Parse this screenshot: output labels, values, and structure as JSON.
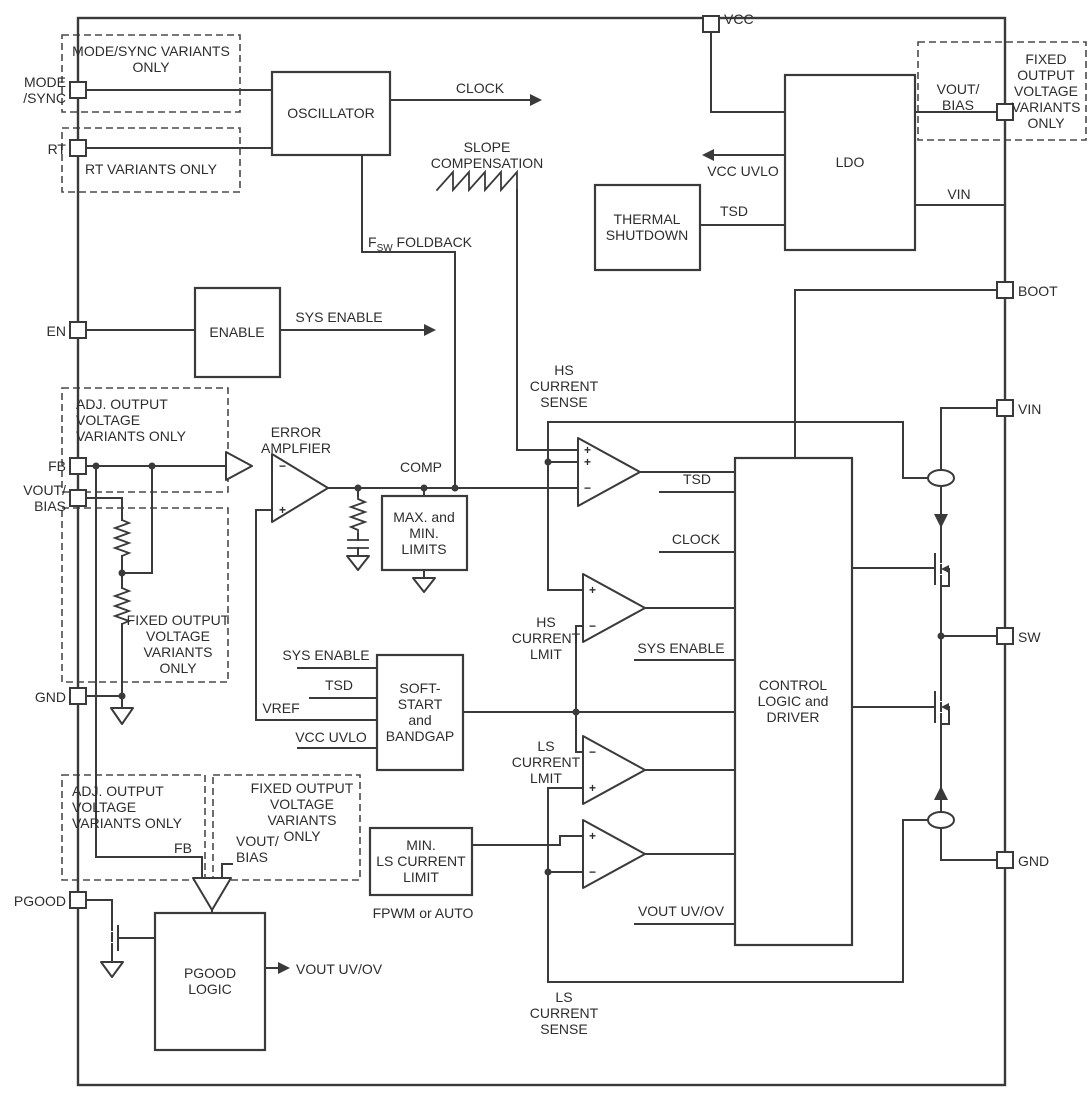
{
  "pins": {
    "mode_sync": "MODE\n/SYNC",
    "rt": "RT",
    "en": "EN",
    "fb": "FB",
    "vout_bias": "VOUT/\nBIAS",
    "gnd": "GND",
    "pgood": "PGOOD",
    "vcc": "VCC",
    "boot": "BOOT",
    "vin": "VIN",
    "sw": "SW",
    "gnd_right": "GND",
    "vout_bias_top": "VOUT/\nBIAS"
  },
  "blocks": {
    "oscillator": "OSCILLATOR",
    "thermal_shutdown": "THERMAL\nSHUTDOWN",
    "ldo": "LDO",
    "enable": "ENABLE",
    "max_min_limits": "MAX. and\nMIN.\nLIMITS",
    "soft_start": "SOFT-\nSTART\nand\nBANDGAP",
    "min_ls_current_limit": "MIN.\nLS CURRENT\nLIMIT",
    "control_logic": "CONTROL\nLOGIC and\nDRIVER",
    "pgood_logic": "PGOOD\nLOGIC"
  },
  "notes": {
    "mode_sync_variants": "MODE/SYNC VARIANTS\nONLY",
    "rt_variants": "RT VARIANTS ONLY",
    "adj_output_mid": "ADJ. OUTPUT\nVOLTAGE\nVARIANTS ONLY",
    "fixed_output_mid": "FIXED OUTPUT\nVOLTAGE\nVARIANTS\nONLY",
    "adj_output_bottom": "ADJ. OUTPUT\nVOLTAGE\nVARIANTS ONLY",
    "fixed_output_bottom": "FIXED OUTPUT\nVOLTAGE\nVARIANTS\nONLY",
    "fixed_output_top_right": "FIXED\nOUTPUT\nVOLTAGE\nVARIANTS\nONLY"
  },
  "signals": {
    "clock": "CLOCK",
    "slope_compensation": "SLOPE\nCOMPENSATION",
    "fsw_f": "F",
    "fsw_sub": "SW",
    "fsw_rest": " FOLDBACK",
    "sys_enable": "SYS ENABLE",
    "vcc_uvlo": "VCC UVLO",
    "tsd": "TSD",
    "vref": "VREF",
    "comp": "COMP",
    "error_amplifier": "ERROR\nAMPLFIER",
    "hs_current_sense": "HS\nCURRENT\nSENSE",
    "hs_current_limit": "HS\nCURRENT\nLMIT",
    "ls_current_limit": "LS\nCURRENT\nLMIT",
    "ls_current_sense": "LS\nCURRENT\nSENSE",
    "vout_uv_ov": "VOUT UV/OV",
    "fpwm_or_auto": "FPWM or AUTO",
    "fb_bottom": "FB",
    "vout_bias_bottom": "VOUT/\nBIAS",
    "vin_ldo": "VIN",
    "plus": "+",
    "minus": "−"
  },
  "colors": {
    "line": "#3a3a3a",
    "text": "#2d2d2d",
    "background": "#ffffff"
  }
}
